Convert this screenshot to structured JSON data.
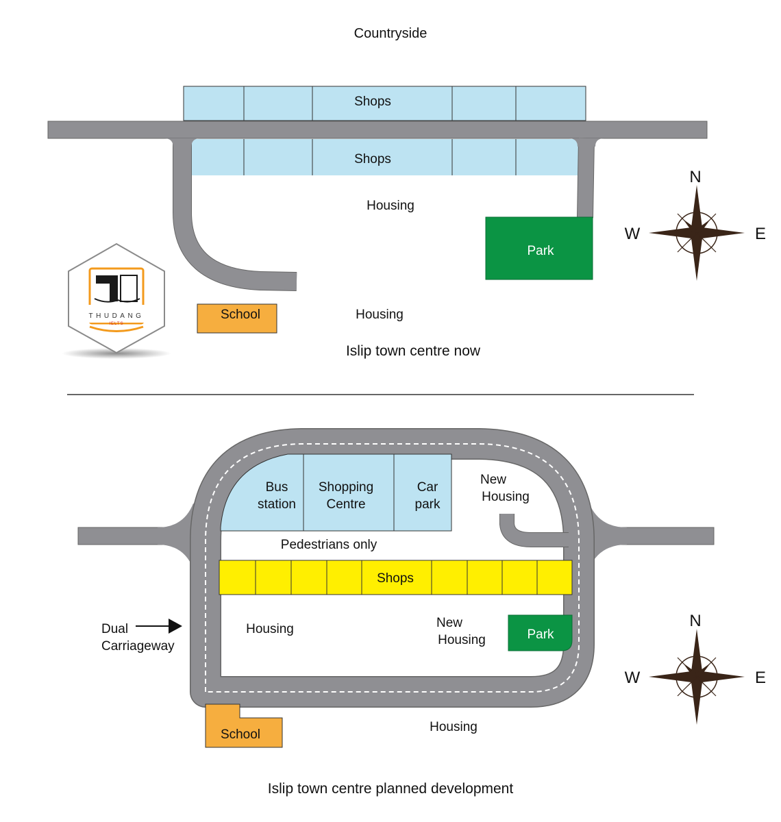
{
  "top_map": {
    "countryside_label": "Countryside",
    "shops_north_label": "Shops",
    "shops_south_label": "Shops",
    "housing_center_label": "Housing",
    "park_label": "Park",
    "school_label": "School",
    "housing_south_label": "Housing",
    "caption": "Islip town centre now"
  },
  "bottom_map": {
    "bus_station_label": [
      "Bus",
      "station"
    ],
    "shopping_centre_label": [
      "Shopping",
      "Centre"
    ],
    "car_park_label": [
      "Car",
      "park"
    ],
    "new_housing_ne_label": [
      "New",
      "Housing"
    ],
    "pedestrians_label": "Pedestrians only",
    "shops_label": "Shops",
    "dual_carriageway_label": [
      "Dual",
      "Carriageway"
    ],
    "housing_west_label": "Housing",
    "new_housing_center_label": [
      "New",
      "Housing"
    ],
    "park_label": "Park",
    "school_label": "School",
    "housing_south_label": "Housing",
    "caption": "Islip town centre planned development"
  },
  "compass": {
    "north": "N",
    "south_hidden": "",
    "west": "W",
    "east": "E"
  },
  "logo": {
    "brand": "THUDANG",
    "sub": "IELTS"
  },
  "colors": {
    "road": "#8f8f93",
    "shops_blue": "#bde3f2",
    "shops_yellow": "#ffef00",
    "park": "#0b9444",
    "school": "#f6ae3f",
    "compass": "#3a2518",
    "logo_orange": "#f39a1c"
  }
}
